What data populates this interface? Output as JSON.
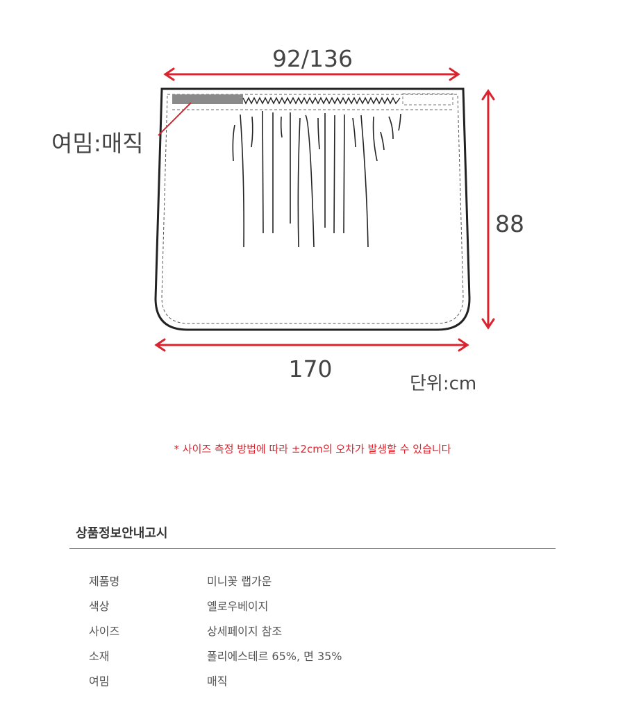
{
  "diagram": {
    "top_width": "92/136",
    "height": "88",
    "bottom_width": "170",
    "unit": "단위:cm",
    "hem_label": "여밈:매직",
    "accent_color": "#d9232e"
  },
  "notice": "* 사이즈 측정 방법에 따라 ±2cm의 오차가 발생할 수 있습니다",
  "info": {
    "title": "상품정보안내고시",
    "rows": [
      {
        "label": "제품명",
        "value": "미니꽃 랩가운"
      },
      {
        "label": "색상",
        "value": "옐로우베이지"
      },
      {
        "label": "사이즈",
        "value": "상세페이지 참조"
      },
      {
        "label": "소재",
        "value": "폴리에스테르 65%, 면 35%"
      },
      {
        "label": "여밈",
        "value": "매직"
      }
    ]
  }
}
